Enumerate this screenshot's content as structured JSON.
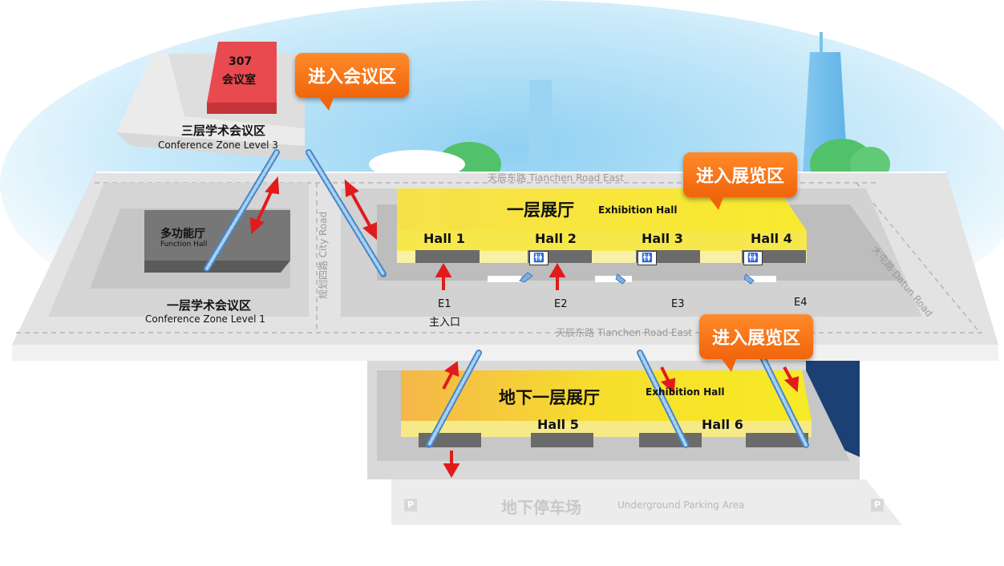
{
  "callouts": {
    "conference": "进入会议区",
    "exhibition_upper": "进入展览区",
    "exhibition_lower": "进入展览区"
  },
  "level3": {
    "room_number": "307",
    "room_name": "会议室",
    "zone_cn": "三层学术会议区",
    "zone_en": "Conference Zone Level 3"
  },
  "level1": {
    "function_hall_cn": "多功能厅",
    "function_hall_en": "Function Hall",
    "zone_cn": "一层学术会议区",
    "zone_en": "Conference Zone Level 1"
  },
  "roads": {
    "tianchen_top": "天辰东路 Tianchen Road East",
    "tianchen_bottom": "天辰东路 Tianchen Road East",
    "city_road": "规划四路 City Road",
    "datun_road": "大屯路 Datun Road"
  },
  "exhibition_l1": {
    "title_cn": "一层展厅",
    "title_en": "Exhibition Hall",
    "halls": [
      "Hall 1",
      "Hall 2",
      "Hall 3",
      "Hall 4"
    ]
  },
  "entrances": {
    "e1": "E1",
    "e1_note": "主入口",
    "e2": "E2",
    "e3": "E3",
    "e4": "E4"
  },
  "exhibition_b1": {
    "title_cn": "地下一层展厅",
    "title_en": "Exhibition Hall",
    "halls": [
      "Hall 5",
      "Hall 6"
    ]
  },
  "parking": {
    "symbol": "P",
    "title_cn": "地下停车场",
    "title_en": "Underground Parking Area"
  },
  "restroom_symbol": "🚻",
  "colors": {
    "callout": "#f26c10",
    "hall_yellow": "#f5e21a",
    "meeting_room_red": "#e84a4f",
    "arrow_red": "#e11b1b",
    "escalator_blue": "#6fa8dc",
    "wall_navy": "#1c3f74"
  }
}
